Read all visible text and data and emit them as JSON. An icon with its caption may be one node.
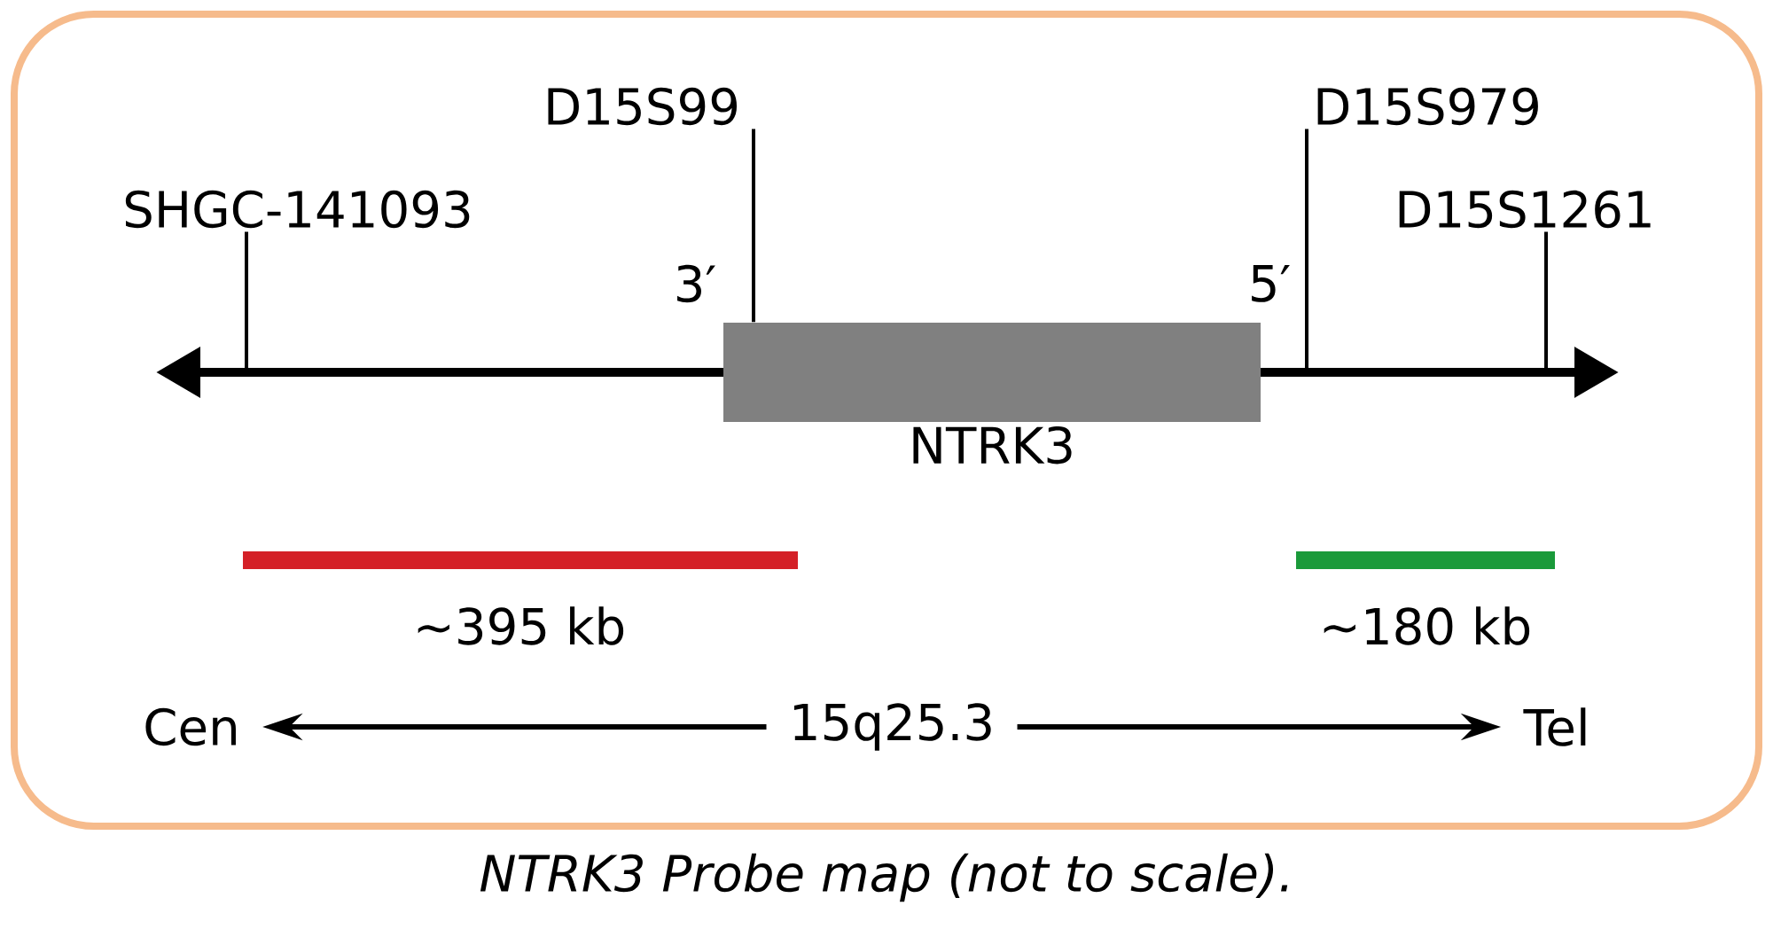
{
  "diagram": {
    "caption": "NTRK3 Probe map (not to scale).",
    "nodes": [
      {
        "text": [
          "NTRK3"
        ],
        "beside": [
          "3′",
          "5′"
        ]
      },
      {
        "text": [
          "SHGC-141093"
        ]
      },
      {
        "text": [
          "D15S99"
        ]
      },
      {
        "text": [
          "D15S979"
        ]
      },
      {
        "text": [
          "D15S1261"
        ]
      },
      {
        "text": [
          "~395 kb"
        ]
      },
      {
        "text": [
          "~180 kb"
        ]
      },
      {
        "text": [
          "Cen"
        ]
      },
      {
        "text": [
          "15q25.3"
        ]
      },
      {
        "text": [
          "Tel"
        ]
      }
    ],
    "edges": [
      {
        "from": 1,
        "to": null,
        "arrow": "none"
      },
      {
        "from": 2,
        "to": 0,
        "arrow": "none"
      },
      {
        "from": 3,
        "to": null,
        "arrow": "none"
      },
      {
        "from": 4,
        "to": null,
        "arrow": "none"
      },
      {
        "from": 8,
        "to": 7,
        "arrow": "to"
      },
      {
        "from": 8,
        "to": 9,
        "arrow": "to"
      }
    ]
  }
}
